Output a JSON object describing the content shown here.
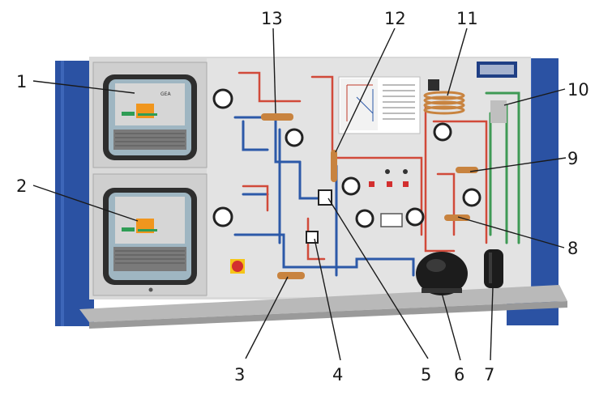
{
  "callouts": [
    {
      "n": "1"
    },
    {
      "n": "2"
    },
    {
      "n": "3"
    },
    {
      "n": "4"
    },
    {
      "n": "5"
    },
    {
      "n": "6"
    },
    {
      "n": "7"
    },
    {
      "n": "8"
    },
    {
      "n": "9"
    },
    {
      "n": "10"
    },
    {
      "n": "11"
    },
    {
      "n": "12"
    },
    {
      "n": "13"
    }
  ],
  "cabinet_label": "GEA",
  "colors": {
    "frame": "#2b52a3",
    "panel": "#dcdcdc",
    "pipe_red": "#d14a3a",
    "pipe_blue": "#2c59a8",
    "pipe_green": "#3f9a55",
    "copper": "#c8833f"
  }
}
